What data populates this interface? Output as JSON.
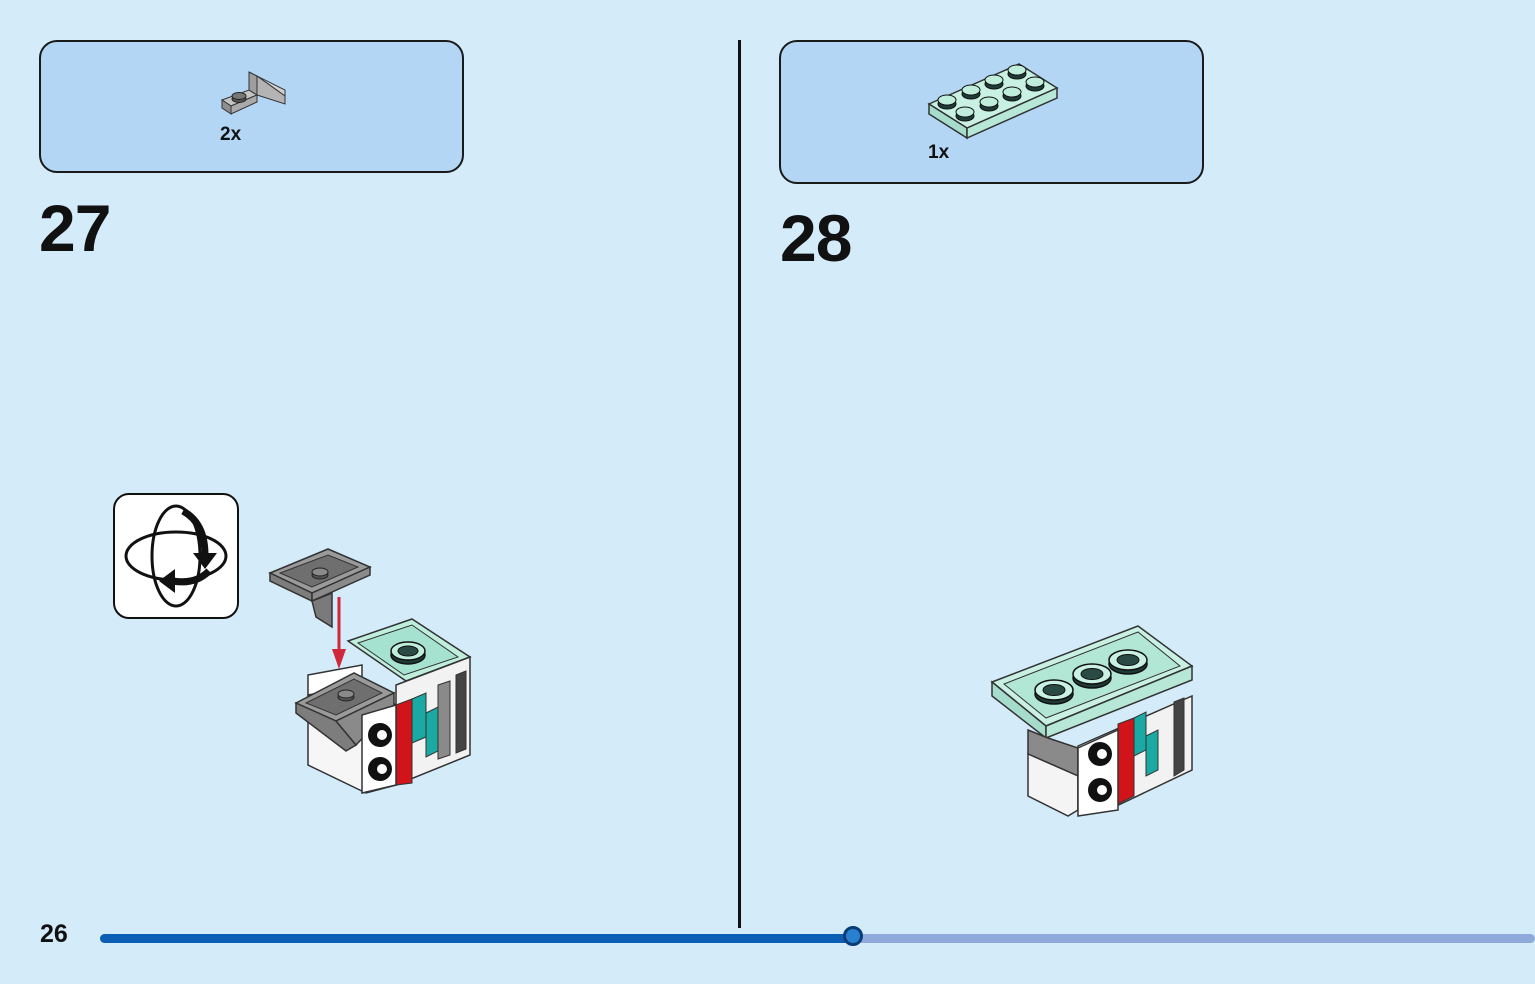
{
  "page": {
    "number": "26",
    "progress_fraction": 0.525
  },
  "steps": [
    {
      "number": "27",
      "parts": [
        {
          "quantity": "2x",
          "part": "grey-bracket-1x2-up"
        }
      ],
      "rotate_model": true
    },
    {
      "number": "28",
      "parts": [
        {
          "quantity": "1x",
          "part": "light-aqua-plate-2x4"
        }
      ]
    }
  ],
  "colors": {
    "background": "#d4ebfa",
    "parts_box": "#b3d6f4",
    "progress_done": "#0a5fb4",
    "progress_remaining": "#8ea9da",
    "arrow": "#d0283a",
    "aqua": "#bfeedd",
    "teal": "#1aa9a3",
    "red": "#d0141a",
    "grey": "#9a9a9a"
  }
}
